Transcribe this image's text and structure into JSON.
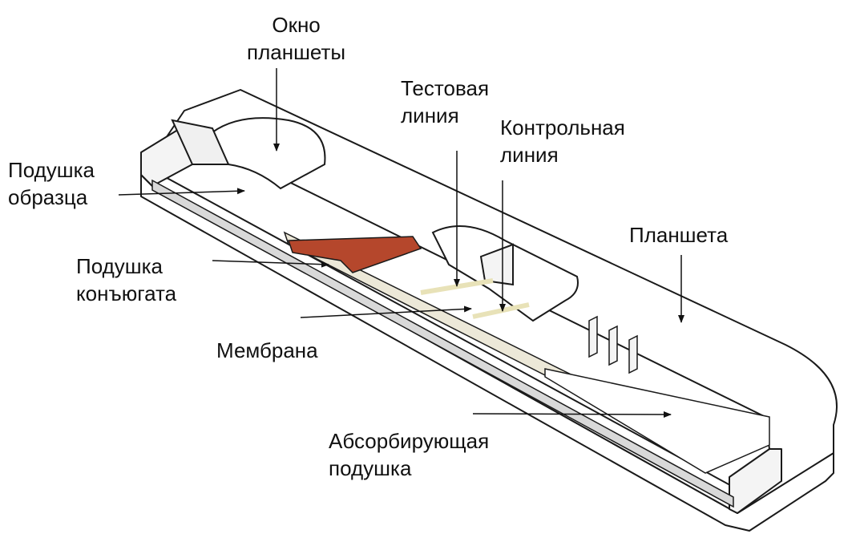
{
  "labels": {
    "window": [
      "Окно",
      "планшеты"
    ],
    "test_line": [
      "Тестовая",
      "линия"
    ],
    "control_line": [
      "Контрольная",
      "линия"
    ],
    "sample_pad": [
      "Подушка",
      "образца"
    ],
    "cassette": [
      "Планшета"
    ],
    "conjugate_pad": [
      "Подушка",
      "конъюгата"
    ],
    "membrane": [
      "Мембрана"
    ],
    "absorbent_pad": [
      "Абсорбирующая",
      "подушка"
    ]
  },
  "colors": {
    "outline": "#1a1a1a",
    "body": "#ffffff",
    "shade": "#d9d9d9",
    "membrane": "#ece8d8",
    "conjugate": "#b5472c",
    "line_tint": "#e8e2b8"
  }
}
